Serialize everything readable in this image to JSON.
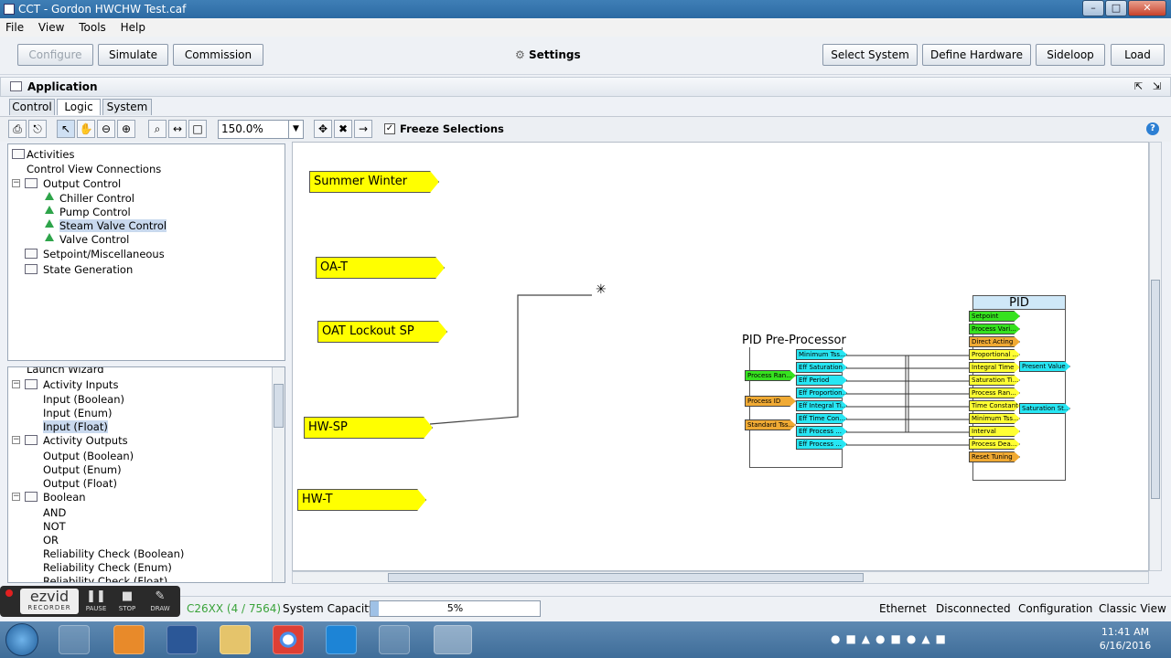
{
  "window": {
    "title": "CCT - Gordon HWCHW Test.caf"
  },
  "menu": [
    "File",
    "View",
    "Tools",
    "Help"
  ],
  "top_buttons": {
    "configure": "Configure",
    "simulate": "Simulate",
    "commission": "Commission",
    "settings": "Settings",
    "select_system": "Select System",
    "define_hardware": "Define Hardware",
    "sideloop": "Sideloop",
    "load": "Load"
  },
  "panel": {
    "title": "Application"
  },
  "tabs": [
    "Control",
    "Logic",
    "System"
  ],
  "toolbar": {
    "zoom": "150.0%",
    "freeze": "Freeze Selections"
  },
  "tree_top": [
    {
      "label": "Activities"
    },
    {
      "label": "Control View Connections"
    },
    {
      "label": "Output Control"
    },
    {
      "label": "Chiller Control"
    },
    {
      "label": "Pump Control"
    },
    {
      "label": "Steam Valve Control"
    },
    {
      "label": "Valve Control"
    },
    {
      "label": "Setpoint/Miscellaneous"
    },
    {
      "label": "State Generation"
    }
  ],
  "tree_bottom": [
    {
      "label": "Launch Wizard"
    },
    {
      "label": "Activity Inputs"
    },
    {
      "label": "Input (Boolean)"
    },
    {
      "label": "Input (Enum)"
    },
    {
      "label": "Input (Float)"
    },
    {
      "label": "Activity Outputs"
    },
    {
      "label": "Output (Boolean)"
    },
    {
      "label": "Output (Enum)"
    },
    {
      "label": "Output (Float)"
    },
    {
      "label": "Boolean"
    },
    {
      "label": "AND"
    },
    {
      "label": "NOT"
    },
    {
      "label": "OR"
    },
    {
      "label": "Reliability Check (Boolean)"
    },
    {
      "label": "Reliability Check (Enum)"
    },
    {
      "label": "Reliability Check (Float)"
    }
  ],
  "canvas_tags": [
    "Summer Winter",
    "OA-T",
    "OAT Lockout SP",
    "HW-SP",
    "HW-T"
  ],
  "preprocessor": {
    "title": "PID Pre-Processor",
    "inputs": [
      "Process Ran...",
      "Process ID",
      "Standard Tss..."
    ],
    "outputs": [
      "Minimum Tss...",
      "Eff Saturation",
      "Eff Period",
      "Eff Proportion...",
      "Eff Integral Ti...",
      "Eff Time Con...",
      "Eff Process ...",
      "Eff Process ..."
    ]
  },
  "pid": {
    "title": "PID",
    "inputs": [
      "Setpoint",
      "Process Vari...",
      "Direct Acting",
      "Proportional ...",
      "Integral Time",
      "Saturation Ti...",
      "Process Ran...",
      "Time Constant",
      "Minimum Tss...",
      "Interval",
      "Process Dea...",
      "Reset Tuning"
    ],
    "outputs": [
      "Present Value",
      "Saturation St..."
    ]
  },
  "status": {
    "device": "C26XX (4 / 7564)",
    "capacity_label": "System Capacity",
    "capacity": "5%",
    "capacity_value": 0.05,
    "ethernet": "Ethernet",
    "connection": "Disconnected",
    "configuration": "Configuration",
    "view": "Classic View"
  },
  "recorder": {
    "brand": "ezvid",
    "sub": "RECORDER",
    "pause": "PAUSE",
    "stop": "STOP",
    "draw": "DRAW"
  },
  "taskbar": {
    "time": "11:41 AM",
    "date": "6/16/2016"
  }
}
